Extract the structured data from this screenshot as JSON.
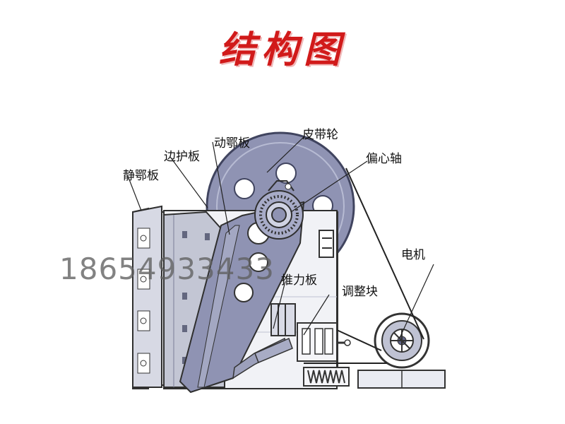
{
  "title": "结构图",
  "labels": {
    "pi_dai_lun": "皮带轮",
    "dong_e_ban": "动鄂板",
    "bian_hu_ban": "边护板",
    "pian_xin_zhou": "偏心轴",
    "jing_e_ban": "静鄂板",
    "dian_ji": "电机",
    "tui_li_ban": "推力板",
    "tiao_zheng_kuai": "调整块"
  },
  "watermark": "18654933433",
  "colors": {
    "title": "#d11a1a",
    "machine_fill": "#8f93b3",
    "machine_dark": "#5f6385",
    "frame_fill": "#f3f3f6",
    "line": "#222222"
  }
}
